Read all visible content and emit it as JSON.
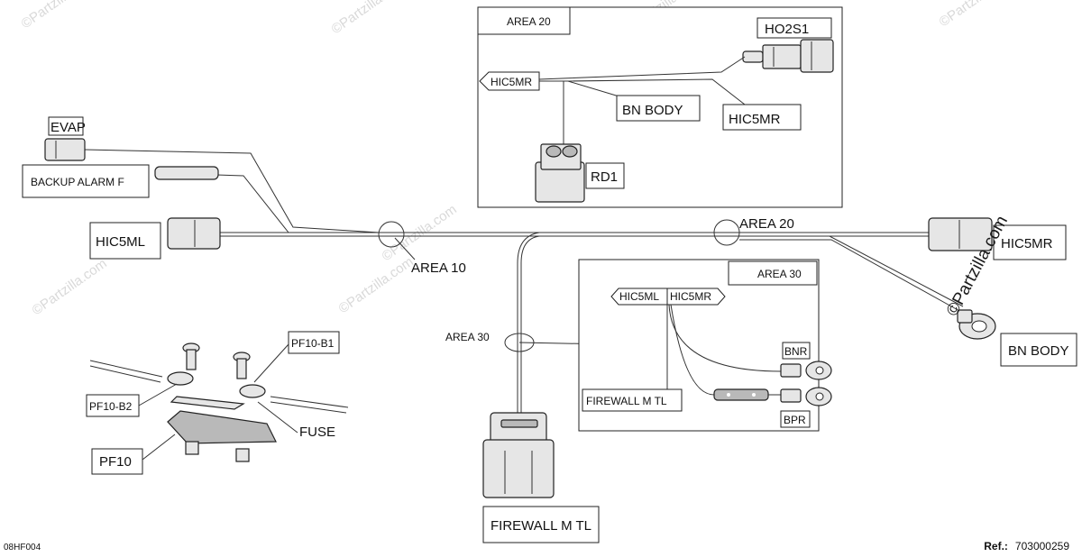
{
  "labels": {
    "area20_box_title": "AREA 20",
    "ho2s1": "HO2S1",
    "hic5mr_arrow": "HIC5MR",
    "bn_body_top": "BN BODY",
    "hic5mr_box": "HIC5MR",
    "rd1": "RD1",
    "evap": "EVAP",
    "backup_alarm": "BACKUP ALARM F",
    "hic5ml": "HIC5ML",
    "area10": "AREA 10",
    "area20_marker": "AREA 20",
    "hic5mr_right": "HIC5MR",
    "bn_body_right": "BN BODY",
    "area30_box_title": "AREA 30",
    "hic5ml_tag": "HIC5ML",
    "hic5mr_tag": "HIC5MR",
    "bnr": "BNR",
    "firewall_inset": "FIREWALL M TL",
    "bpr": "BPR",
    "area30_marker": "AREA 30",
    "pf10_b1": "PF10-B1",
    "pf10_b2": "PF10-B2",
    "fuse": "FUSE",
    "pf10": "PF10",
    "firewall_bottom": "FIREWALL M TL"
  },
  "watermark": {
    "text": "©Partzilla.com",
    "prominent": "©Partzilla.com"
  },
  "footer": {
    "code": "08HF004",
    "ref_label": "Ref.:",
    "ref_value": "703000259"
  }
}
